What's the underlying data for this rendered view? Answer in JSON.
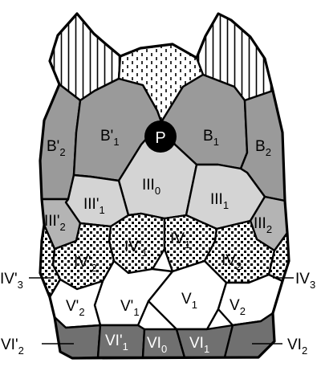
{
  "colors": {
    "dark_gray": "#9a9a9a",
    "medium_gray": "#b4b4b4",
    "light_gray": "#d4d4d4",
    "bottom_dark": "#707070",
    "white": "#ffffff",
    "black": "#000000"
  },
  "pole": {
    "label": "P"
  },
  "labels": {
    "B1p": {
      "base": "B'",
      "sub": "1"
    },
    "B1": {
      "base": "B",
      "sub": "1"
    },
    "B2p": {
      "base": "B'",
      "sub": "2"
    },
    "B2": {
      "base": "B",
      "sub": "2"
    },
    "III0": {
      "base": "III",
      "sub": "0"
    },
    "III1p": {
      "base": "III'",
      "sub": "1"
    },
    "III1": {
      "base": "III",
      "sub": "1"
    },
    "III2p": {
      "base": "III'",
      "sub": "2"
    },
    "III2": {
      "base": "III",
      "sub": "2"
    },
    "IV1p": {
      "base": "IV'",
      "sub": "1"
    },
    "IV1": {
      "base": "IV",
      "sub": "1"
    },
    "IV2p": {
      "base": "IV'",
      "sub": "2"
    },
    "IV2": {
      "base": "IV",
      "sub": "2"
    },
    "IV3p": {
      "base": "IV'",
      "sub": "3"
    },
    "IV3": {
      "base": "IV",
      "sub": "3"
    },
    "V1p": {
      "base": "V'",
      "sub": "1"
    },
    "V1": {
      "base": "V",
      "sub": "1"
    },
    "V2p": {
      "base": "V'",
      "sub": "2"
    },
    "V2": {
      "base": "V",
      "sub": "2"
    },
    "VI0": {
      "base": "VI",
      "sub": "0"
    },
    "VI1p": {
      "base": "VI'",
      "sub": "1"
    },
    "VI1": {
      "base": "VI",
      "sub": "1"
    },
    "VI2p": {
      "base": "VI'",
      "sub": "2"
    },
    "VI2": {
      "base": "VI",
      "sub": "2"
    }
  }
}
